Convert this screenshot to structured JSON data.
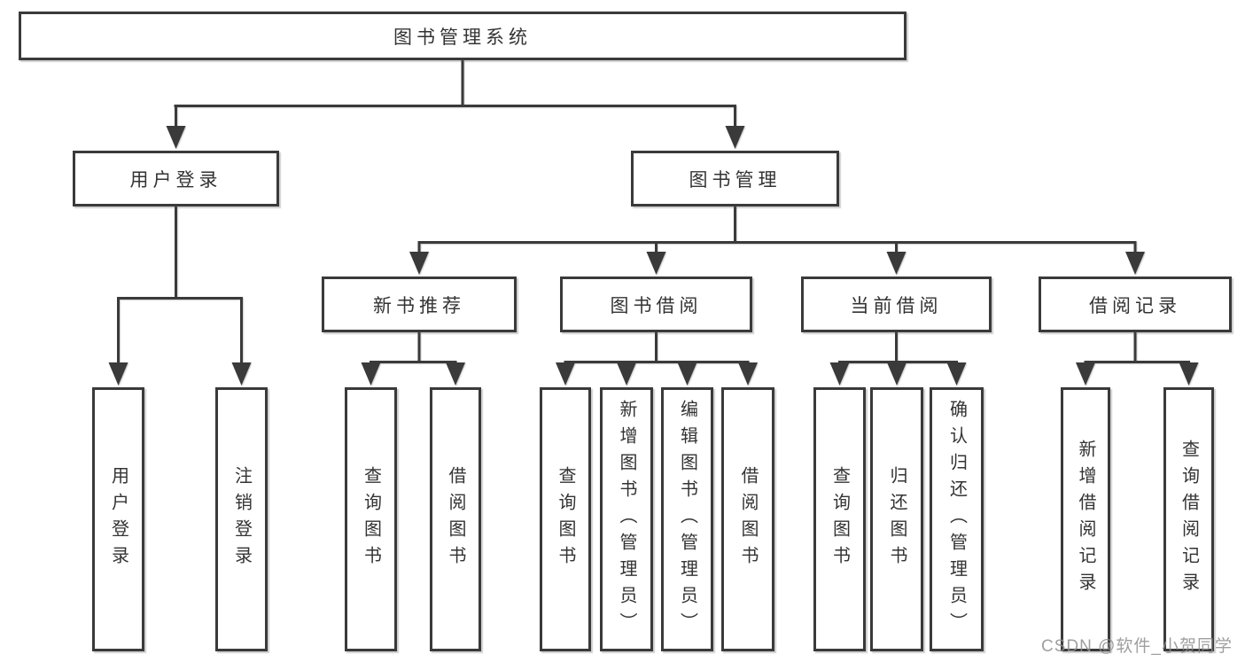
{
  "tree": {
    "label": "图书管理系统",
    "children": [
      {
        "label": "用户登录",
        "children": [
          {
            "label": "用户登录"
          },
          {
            "label": "注销登录"
          }
        ]
      },
      {
        "label": "图书管理",
        "children": [
          {
            "label": "新书推荐",
            "children": [
              {
                "label": "查询图书"
              },
              {
                "label": "借阅图书"
              }
            ]
          },
          {
            "label": "图书借阅",
            "children": [
              {
                "label": "查询图书"
              },
              {
                "label": "新增图书（管理员）"
              },
              {
                "label": "编辑图书（管理员）"
              },
              {
                "label": "借阅图书"
              }
            ]
          },
          {
            "label": "当前借阅",
            "children": [
              {
                "label": "查询图书"
              },
              {
                "label": "归还图书"
              },
              {
                "label": "确认归还（管理员）"
              }
            ]
          },
          {
            "label": "借阅记录",
            "children": [
              {
                "label": "新增借阅记录"
              },
              {
                "label": "查询借阅记录"
              }
            ]
          }
        ]
      }
    ]
  },
  "watermark": {
    "text": "CSDN @软件_小贺同学"
  },
  "colors": {
    "line": "#3a3a3a",
    "text": "#333333",
    "background": "#ffffff",
    "watermark": "#8f8f8f"
  }
}
